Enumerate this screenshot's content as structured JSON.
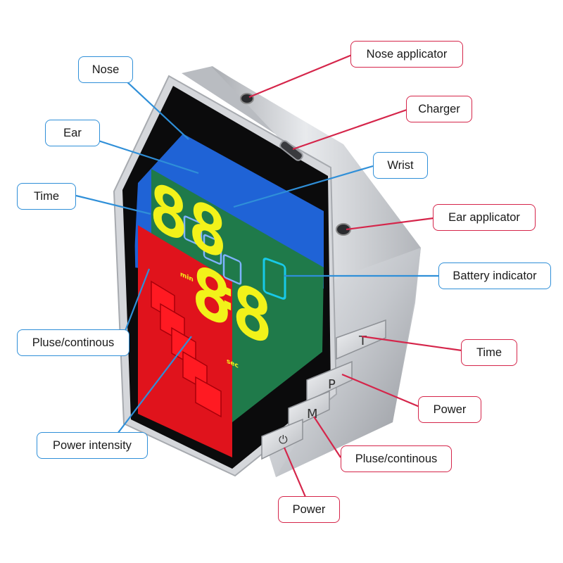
{
  "colors": {
    "blue_callout": "#2f8fd8",
    "red_callout": "#d5254a",
    "screen_blue": "#1f63d6",
    "screen_green": "#1f7a4a",
    "screen_red": "#e0131c",
    "segment_yellow": "#f2f21a",
    "battery_cyan": "#18c9e8",
    "body_silver": "#c9cbcf"
  },
  "icons": [
    "nose-icon",
    "ear-icon",
    "wrist-icon",
    "pulse-mode-icon",
    "signal-bars-icon",
    "battery-icon",
    "power-icon"
  ],
  "display": {
    "digits_top": "88",
    "digits_bottom": "88",
    "colon": ":",
    "unit_min": "min",
    "unit_sec": "sec",
    "intensity_levels": 5
  },
  "buttons": {
    "t": "T",
    "p": "P",
    "m": "M"
  },
  "callouts": {
    "nose": "Nose",
    "ear": "Ear",
    "time_left": "Time",
    "pulse_continuous_left": "Pluse/continous",
    "power_intensity": "Power intensity",
    "nose_applicator": "Nose applicator",
    "charger": "Charger",
    "wrist": "Wrist",
    "ear_applicator": "Ear applicator",
    "battery_indicator": "Battery indicator",
    "time_right": "Time",
    "power_right": "Power",
    "pulse_continuous_right": "Pluse/continous",
    "power_bottom": "Power"
  }
}
